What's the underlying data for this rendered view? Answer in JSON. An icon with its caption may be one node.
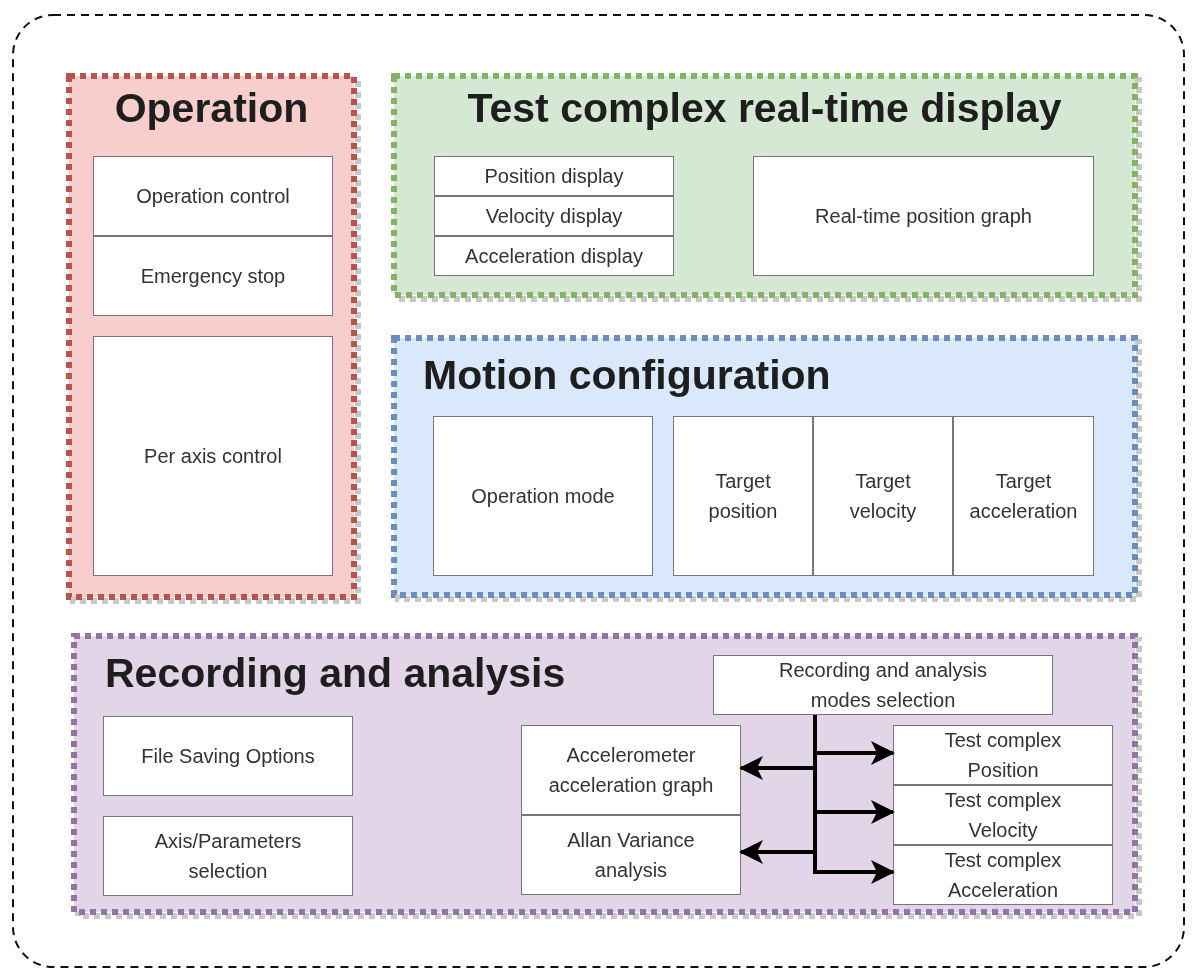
{
  "diagram": {
    "nodes": [
      {
        "text": [],
        "shape": "box"
      },
      {
        "text": [
          "Operation"
        ],
        "in": 0
      },
      {
        "text": [
          "Operation control"
        ],
        "in": 1
      },
      {
        "text": [
          "Emergency stop"
        ],
        "in": 1
      },
      {
        "text": [
          "Per axis control"
        ],
        "in": 1
      },
      {
        "text": [
          "Test complex real-time display"
        ],
        "in": 0
      },
      {
        "text": [
          "Position display"
        ],
        "in": 5
      },
      {
        "text": [
          "Velocity display"
        ],
        "in": 5
      },
      {
        "text": [
          "Acceleration display"
        ],
        "in": 5
      },
      {
        "text": [
          "Real-time position graph"
        ],
        "in": 5
      },
      {
        "text": [
          "Motion configuration"
        ],
        "in": 0
      },
      {
        "text": [
          "Operation mode"
        ],
        "in": 10
      },
      {
        "text": [
          "Target position"
        ],
        "in": 10
      },
      {
        "text": [
          "Target velocity"
        ],
        "in": 10
      },
      {
        "text": [
          "Target acceleration"
        ],
        "in": 10
      },
      {
        "text": [
          "Recording and analysis"
        ],
        "in": 0
      },
      {
        "text": [
          "File Saving Options"
        ],
        "in": 15
      },
      {
        "text": [
          "Axis/Parameters selection"
        ],
        "in": 15
      },
      {
        "text": [
          "Recording and analysis modes selection"
        ],
        "in": 15
      },
      {
        "text": [
          "Accelerometer acceleration graph"
        ],
        "in": 15
      },
      {
        "text": [
          "Allan Variance analysis"
        ],
        "in": 15
      },
      {
        "text": [
          "Test complex Position"
        ],
        "in": 15
      },
      {
        "text": [
          "Test complex Velocity"
        ],
        "in": 15
      },
      {
        "text": [
          "Test complex Acceleration"
        ],
        "in": 15
      }
    ],
    "edges": [
      {
        "from": 18,
        "to": 19,
        "arrow": "to"
      },
      {
        "from": 18,
        "to": 20,
        "arrow": "to"
      },
      {
        "from": 18,
        "to": 21,
        "arrow": "to"
      },
      {
        "from": 18,
        "to": 22,
        "arrow": "to"
      },
      {
        "from": 18,
        "to": 23,
        "arrow": "to"
      }
    ]
  }
}
